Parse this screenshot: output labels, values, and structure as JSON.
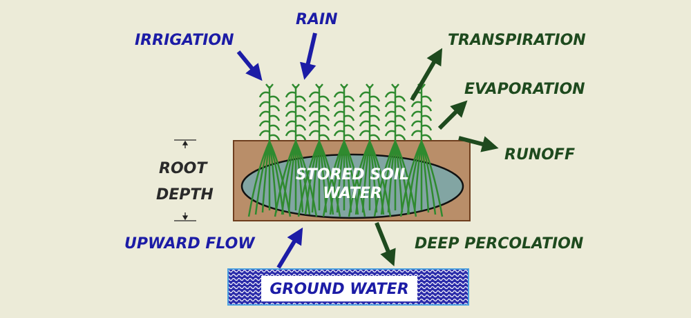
{
  "title": "Soil water balance",
  "labels": {
    "irrigation": "IRRIGATION",
    "rain": "RAIN",
    "transpiration": "TRANSPIRATION",
    "evaporation": "EVAPORATION",
    "runoff": "RUNOFF",
    "root_depth_1": "ROOT",
    "root_depth_2": "DEPTH",
    "stored_1": "STORED SOIL",
    "stored_2": "WATER",
    "upward_flow": "UPWARD FLOW",
    "deep_percolation": "DEEP PERCOLATION",
    "ground_water": "GROUND WATER"
  },
  "colors": {
    "background": "#ecebd8",
    "inflow": "#1c1ca6",
    "outflow": "#1e4a1e",
    "soil": "#b98e69",
    "water": "#82a5a3",
    "plant": "#2f8a2f"
  }
}
